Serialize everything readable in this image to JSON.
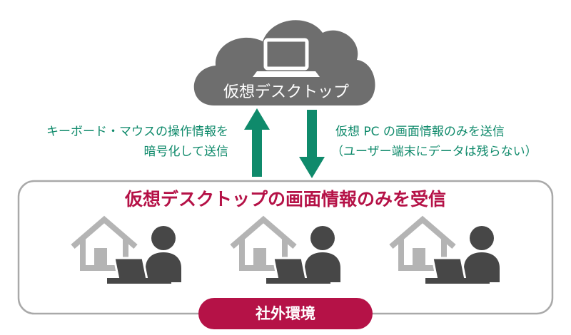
{
  "cloud": {
    "label": "仮想デスクトップ",
    "icon": "laptop-icon"
  },
  "upload_note": {
    "line1": "キーボード・マウスの操作情報を",
    "line2": "暗号化して送信"
  },
  "download_note": {
    "line1": "仮想 PC の画面情報のみを送信",
    "line2": "（ユーザー端末にデータは残らない）"
  },
  "environment": {
    "headline": "仮想デスクトップの画面情報のみを受信",
    "badge": "社外環境",
    "workers": [
      {
        "icons": [
          "house-icon",
          "person-icon",
          "laptop-icon"
        ]
      },
      {
        "icons": [
          "house-icon",
          "person-icon",
          "laptop-icon"
        ]
      },
      {
        "icons": [
          "house-icon",
          "person-icon",
          "laptop-icon"
        ]
      }
    ]
  },
  "colors": {
    "cloud": "#6e6e6e",
    "arrow": "#0f8a6b",
    "accent": "#b51247",
    "house": "#b4b4b4",
    "person": "#474747",
    "frame": "#a9a9a9"
  }
}
